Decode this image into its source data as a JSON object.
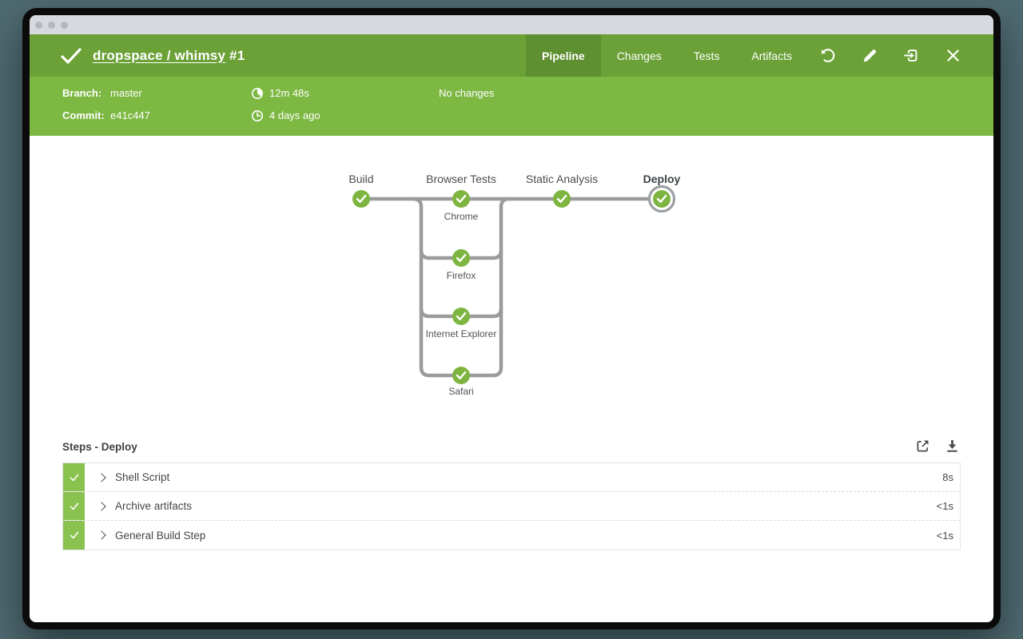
{
  "window": {
    "titlebar": {
      "dots": [
        "close",
        "minimize",
        "zoom"
      ]
    },
    "header": {
      "status": "success",
      "title": "dropspace / whimsy",
      "run_number": "#1",
      "tabs": [
        {
          "label": "Pipeline",
          "active": true
        },
        {
          "label": "Changes",
          "active": false
        },
        {
          "label": "Tests",
          "active": false
        },
        {
          "label": "Artifacts",
          "active": false
        }
      ],
      "actions": [
        {
          "name": "rerun"
        },
        {
          "name": "edit"
        },
        {
          "name": "go-to-classic"
        },
        {
          "name": "close"
        }
      ]
    },
    "subheader": {
      "branch_label": "Branch:",
      "branch_value": "master",
      "commit_label": "Commit:",
      "commit_value": "e41c447",
      "duration": "12m 48s",
      "time_ago": "4 days ago",
      "changes": "No changes"
    },
    "pipeline": {
      "stages": [
        {
          "label": "Build",
          "status": "success",
          "selected": false
        },
        {
          "label": "Browser Tests",
          "status": "success",
          "selected": false
        },
        {
          "label": "Static Analysis",
          "status": "success",
          "selected": false
        },
        {
          "label": "Deploy",
          "status": "success",
          "selected": true
        }
      ],
      "parallel_branches": [
        {
          "label": "Chrome",
          "status": "success"
        },
        {
          "label": "Firefox",
          "status": "success"
        },
        {
          "label": "Internet Explorer",
          "status": "success"
        },
        {
          "label": "Safari",
          "status": "success"
        }
      ]
    },
    "steps": {
      "heading": "Steps - Deploy",
      "rows": [
        {
          "name": "Shell Script",
          "duration": "8s",
          "status": "success"
        },
        {
          "name": "Archive artifacts",
          "duration": "<1s",
          "status": "success"
        },
        {
          "name": "General Build Step",
          "duration": "<1s",
          "status": "success"
        }
      ]
    }
  },
  "colors": {
    "desktop_background": "#4e6a71",
    "header_green": "#6ba137",
    "active_tab_green": "#5e8f31",
    "subheader_green": "#7db843",
    "node_green": "#7db540",
    "step_stripe_green": "#8ac24f",
    "connector_gray": "#9b9b9b",
    "selected_ring_gray": "#9aa0a4"
  }
}
